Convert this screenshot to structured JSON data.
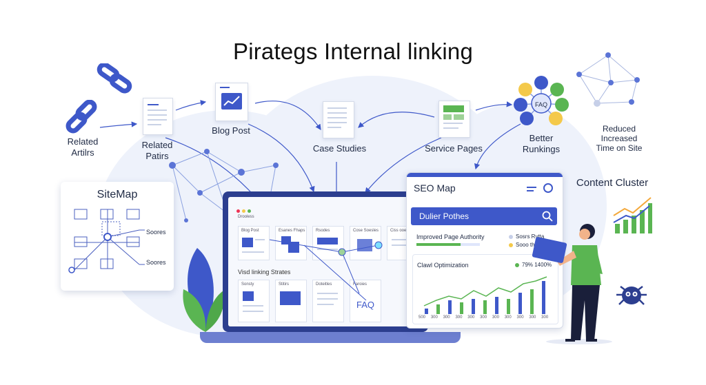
{
  "title": "Pirategs Internal linking",
  "labels": {
    "related_articles": "Related\nArtilrs",
    "related_paths": "Related\nPatirs",
    "blog_post": "Blog Post",
    "case_studies": "Case Studies",
    "service_pages": "Service Pages",
    "better_rankings": "Better\nRunkings",
    "reduced_time": "Reduced\nIncreased\nTime on Site",
    "content_cluster": "Content Cluster",
    "faq_node": "FAQ"
  },
  "sitemap": {
    "title": "SiteMap",
    "score1": "Soores",
    "score2": "Soores"
  },
  "laptop": {
    "header": "Drooless",
    "tiles_top": [
      "Blog Post",
      "Esanes Fhaps",
      "Rsodes",
      "Cose Soesles",
      "Ciss ooes"
    ],
    "section": "Visd linking Strates",
    "tiles_bottom": [
      "Sonsty",
      "Stitirs",
      "Doteitles",
      "Faroies"
    ],
    "faq": "FAQ"
  },
  "seo_panel": {
    "title": "SEO Map",
    "search_text": "Dulier Pothes",
    "metric1": "Improved Page Authority",
    "metric1_val1": "Sosrs Rvtta",
    "metric1_val2": "Sooo thi",
    "metric2": "Clawl Optimization",
    "metric2_val": "79% 1400%",
    "xticks": [
      "500",
      "300",
      "300",
      "300",
      "300",
      "300",
      "300",
      "300",
      "300",
      "300",
      "300"
    ],
    "bars": [
      0.15,
      0.25,
      0.35,
      0.3,
      0.4,
      0.35,
      0.45,
      0.4,
      0.55,
      0.65,
      0.85
    ],
    "bar_colors": [
      "#3e58c9",
      "#5ab552"
    ]
  },
  "colors": {
    "accent": "#3e58c9",
    "green": "#5ab552",
    "yellow": "#f4c94a",
    "blob": "#eef2fb"
  }
}
